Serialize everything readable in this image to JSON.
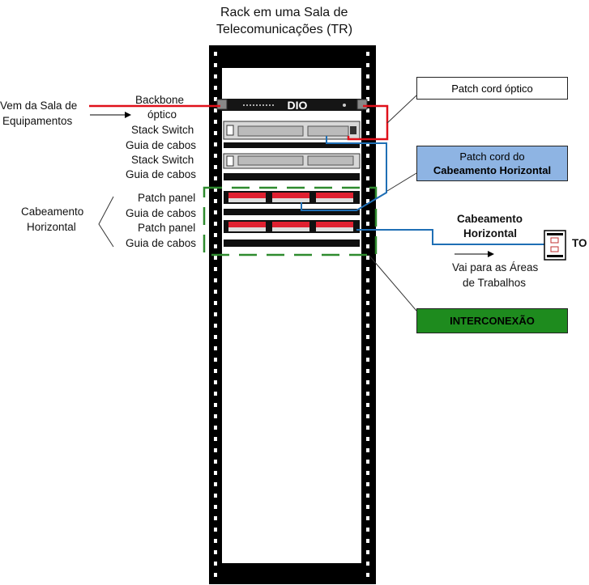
{
  "title": {
    "line1": "Rack em uma Sala de",
    "line2": "Telecomunicações (TR)"
  },
  "left_labels": {
    "origin_line1": "Vem da Sala de",
    "origin_line2": "Equipamentos",
    "backbone_line1": "Backbone",
    "backbone_line2": "óptico",
    "stack_switch_1": "Stack Switch",
    "guia_1": "Guia de cabos",
    "stack_switch_2": "Stack Switch",
    "guia_2": "Guia de cabos",
    "patch_panel_1": "Patch panel",
    "guia_3": "Guia de cabos",
    "patch_panel_2": "Patch panel",
    "guia_4": "Guia de cabos",
    "cab_horiz_line1": "Cabeamento",
    "cab_horiz_line2": "Horizontal"
  },
  "dio_label": "DIO",
  "callouts": {
    "patch_cord_optico": "Patch cord óptico",
    "patch_cord_do": "Patch cord do",
    "cabeamento_horizontal": "Cabeamento Horizontal",
    "interconexao": "INTERCONEXÃO"
  },
  "right_labels": {
    "cab_line1": "Cabeamento",
    "cab_line2": "Horizontal",
    "to": "TO",
    "vai_line1": "Vai para as Áreas",
    "vai_line2": "de Trabalhos"
  },
  "colors": {
    "rack": "#000000",
    "fiber": "#e0101a",
    "copper": "#1f6fb5",
    "interconnect_dash": "#2e8b2e",
    "patch_cord_box_fill": "#8eb4e3",
    "interconexao_box_fill": "#1e8b1e",
    "port_red": "#e02030"
  }
}
